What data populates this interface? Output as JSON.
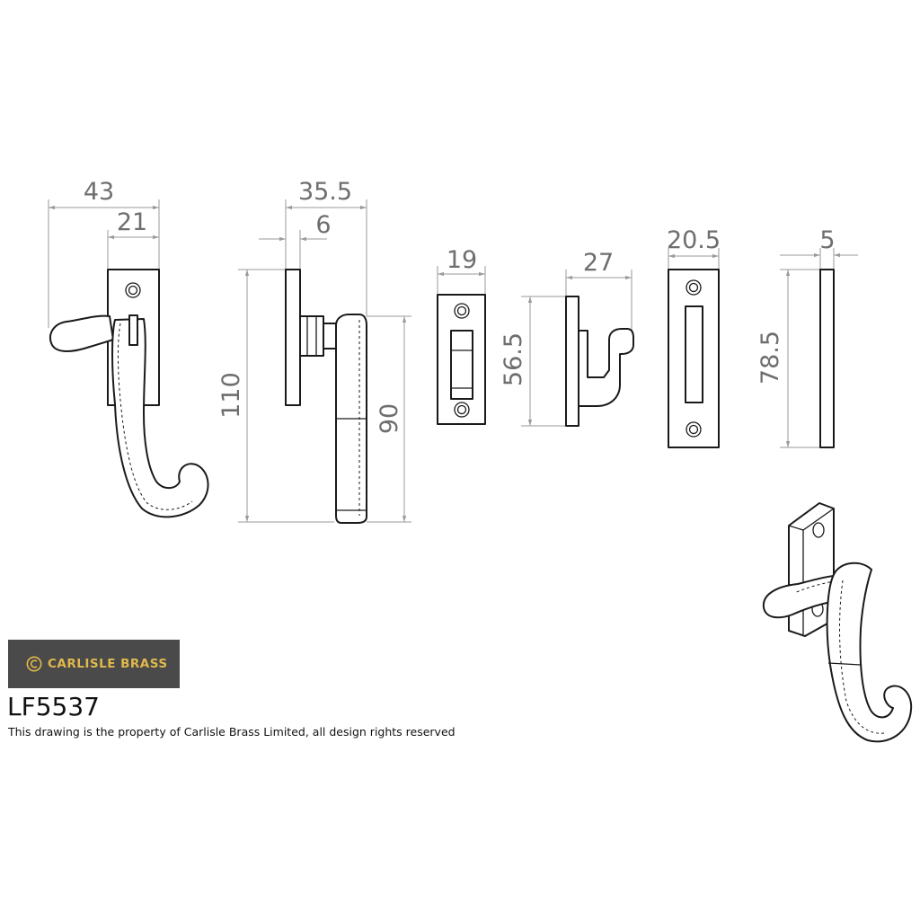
{
  "brand": {
    "name": "CARLISLE BRASS",
    "logo_icon": "c-circle-logo",
    "background_color": "#4a4a4a",
    "text_color": "#e0b84c"
  },
  "product_code": "LF5537",
  "copyright": "This drawing is the property of Carlisle Brass Limited, all design rights reserved",
  "dimensions": {
    "handle_front_width": "43",
    "handle_front_plate_width": "21",
    "handle_side_depth": "35.5",
    "handle_side_plate_thickness": "6",
    "handle_side_height": "110",
    "handle_side_lever_length": "90",
    "keep_front_width": "19",
    "keep_height": "56.5",
    "keep_side_depth": "27",
    "mortice_plate_width": "20.5",
    "mortice_plate_height": "78.5",
    "mortice_plate_thickness": "5"
  },
  "colors": {
    "line": "#1a1a1a",
    "dimension": "#9a9a9a",
    "dimension_text": "#6e6e6e"
  }
}
